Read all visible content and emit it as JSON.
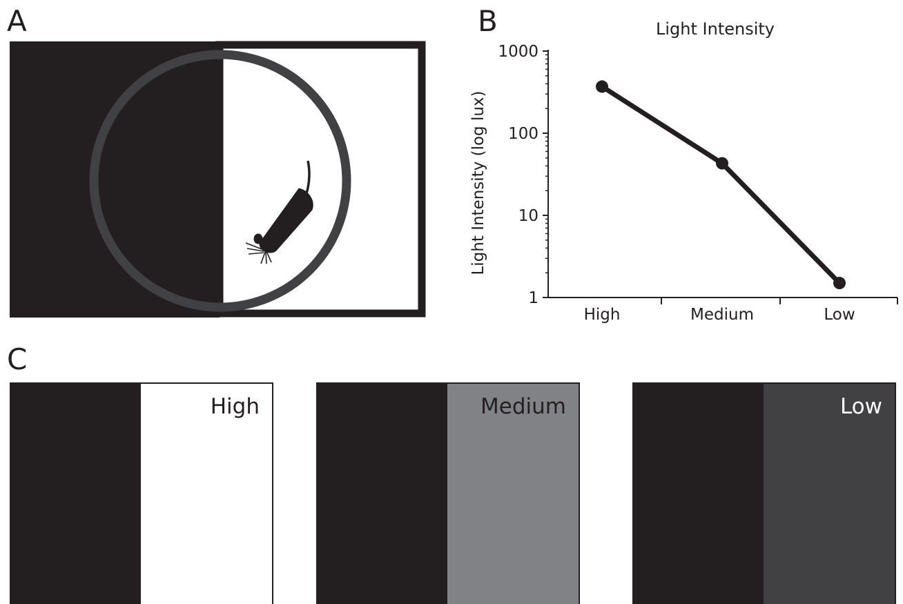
{
  "panels": {
    "a": {
      "letter": "A"
    },
    "b": {
      "letter": "B"
    },
    "c": {
      "letter": "C"
    }
  },
  "colors": {
    "dark": "#231f20",
    "ring": "#414042",
    "white": "#ffffff",
    "medium_gray": "#808285",
    "low_gray": "#414042"
  },
  "arena": {
    "icons": [
      "arena-circle-icon",
      "mouse-icon"
    ]
  },
  "chart_data": {
    "type": "line",
    "title": "Light Intensity",
    "xlabel": "",
    "ylabel": "Light Intensity (log lux)",
    "categories": [
      "High",
      "Medium",
      "Low"
    ],
    "values": [
      370,
      43,
      1.5
    ],
    "yscale": "log",
    "ylim": [
      1,
      1000
    ],
    "yticks": [
      1,
      10,
      100,
      1000
    ],
    "ytick_labels": [
      "1",
      "10",
      "100",
      "1000"
    ],
    "grid": false,
    "legend": "none"
  },
  "intensity_boxes": [
    {
      "label": "High",
      "dark_color": "#231f20",
      "light_color": "#ffffff",
      "label_color": "#231f20"
    },
    {
      "label": "Medium",
      "dark_color": "#231f20",
      "light_color": "#808285",
      "label_color": "#231f20"
    },
    {
      "label": "Low",
      "dark_color": "#231f20",
      "light_color": "#414042",
      "label_color": "#ffffff"
    }
  ]
}
